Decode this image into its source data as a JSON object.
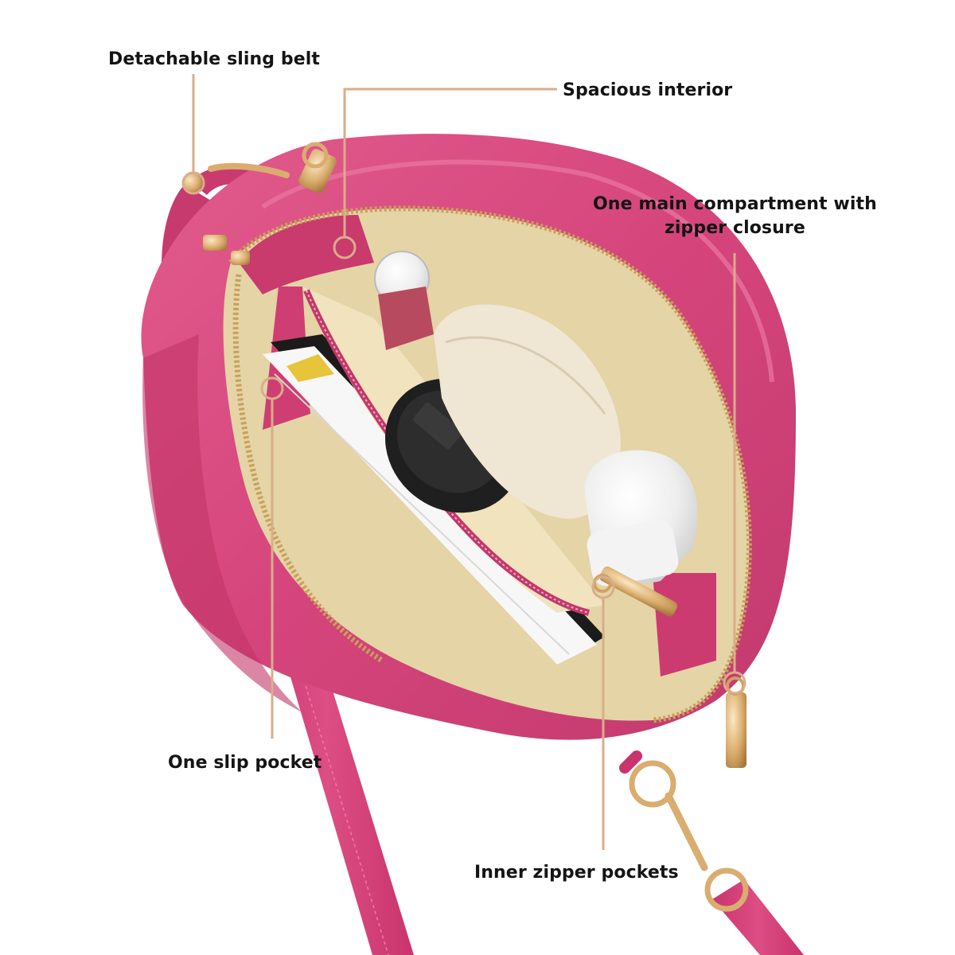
{
  "callouts": {
    "detachable_sling_belt": "Detachable sling belt",
    "spacious_interior": "Spacious interior",
    "main_compartment_line1": "One main compartment with",
    "main_compartment_line2": "zipper closure",
    "slip_pocket": "One slip pocket",
    "inner_zipper_pockets": "Inner zipper pockets"
  },
  "colors": {
    "bag": "#d4467c",
    "bag_dark": "#b52f63",
    "bag_light": "#e06a95",
    "lining": "#e8dcb0",
    "zipper_gold": "#c9a05a",
    "callout_line": "#d9ad8a",
    "background": "#ffffff"
  }
}
